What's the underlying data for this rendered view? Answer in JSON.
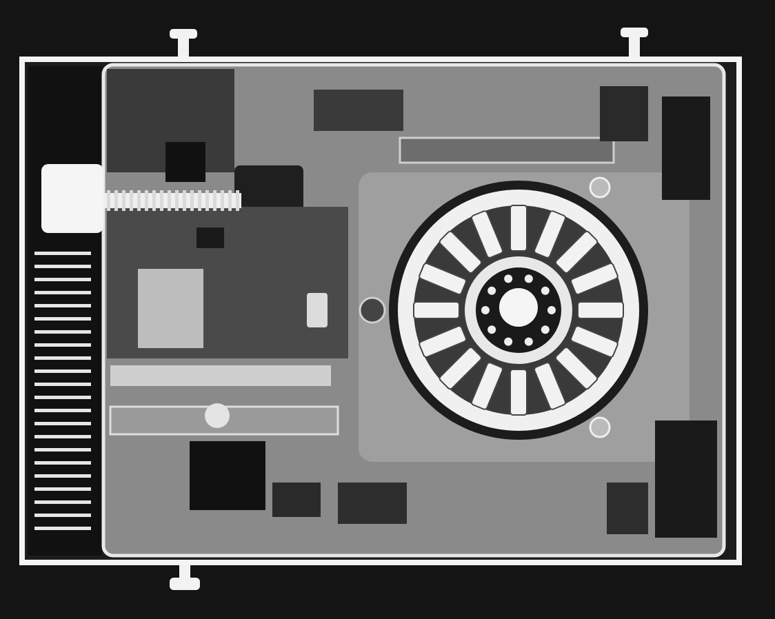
{
  "image": {
    "subject": "x-ray",
    "colors": {
      "background": "#141414",
      "frame": "#f4f4f4",
      "body": "#8a8a8a",
      "dark_part": "#2a2a2a",
      "mid_part": "#5a5a5a",
      "light_part": "#bdbdbd"
    },
    "spindle_spokes": 16,
    "connector_pins": 22
  }
}
